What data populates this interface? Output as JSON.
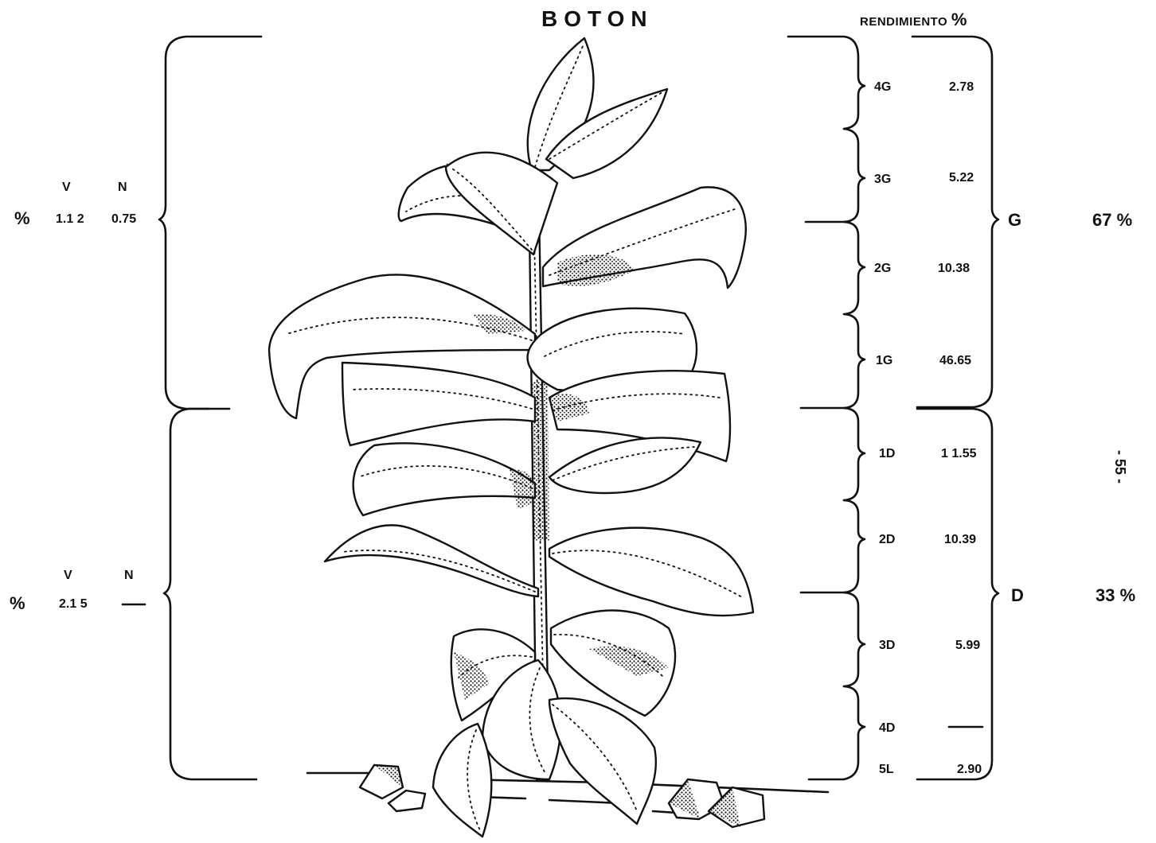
{
  "title": "BOTON",
  "yield_header": {
    "label": "RENDIMIENTO",
    "unit": "%"
  },
  "left_upper": {
    "pct": "%",
    "v_label": "V",
    "n_label": "N",
    "v_value": "1.1 2",
    "n_value": "0.75"
  },
  "left_lower": {
    "pct": "%",
    "v_label": "V",
    "n_label": "N",
    "v_value": "2.1 5",
    "n_value": "—"
  },
  "positions": [
    {
      "code": "4G",
      "yield": "2.78"
    },
    {
      "code": "3G",
      "yield": "5.22"
    },
    {
      "code": "2G",
      "yield": "10.38"
    },
    {
      "code": "1G",
      "yield": "46.65"
    },
    {
      "code": "1D",
      "yield": "1 1.55"
    },
    {
      "code": "2D",
      "yield": "10.39"
    },
    {
      "code": "3D",
      "yield": "5.99"
    },
    {
      "code": "4D",
      "yield": "—"
    },
    {
      "code": "5L",
      "yield": "2.90"
    }
  ],
  "groups": [
    {
      "letter": "G",
      "share": "67 %"
    },
    {
      "letter": "D",
      "share": "33 %"
    }
  ],
  "page_number": "- 55 -"
}
